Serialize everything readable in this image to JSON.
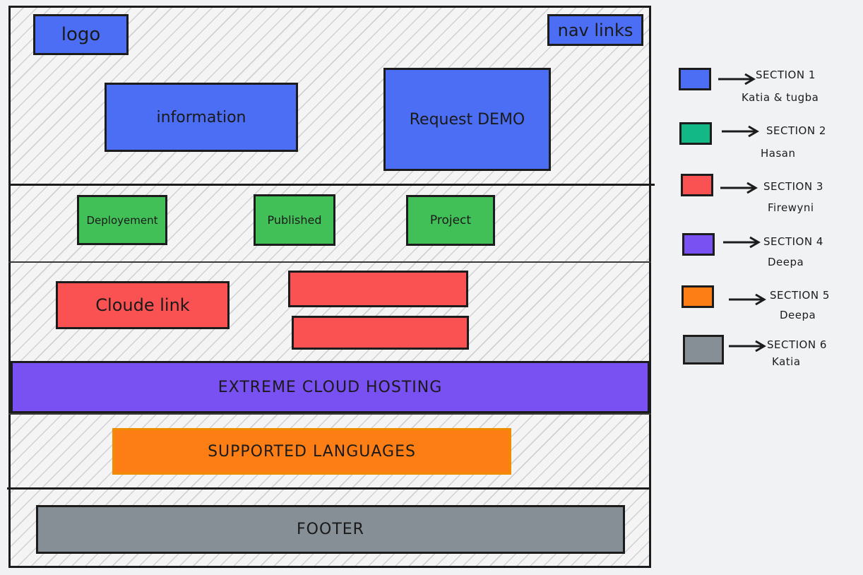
{
  "wireframe": {
    "logo": "logo",
    "nav_links": "nav links",
    "information": "information",
    "request_demo": "Request DEMO",
    "stats": [
      "Deployement",
      "Published",
      "Project"
    ],
    "cloud_link": "Cloude link",
    "hosting": "EXTREME CLOUD HOSTING",
    "languages": "SUPPORTED LANGUAGES",
    "footer": "FOOTER"
  },
  "legend": [
    {
      "section": "SECTION 1",
      "owner": "Katia & tugba",
      "color": "#4c6ef5"
    },
    {
      "section": "SECTION 2",
      "owner": "Hasan",
      "color": "#12b886"
    },
    {
      "section": "SECTION 3",
      "owner": "Firewyni",
      "color": "#fa5252"
    },
    {
      "section": "SECTION 4",
      "owner": "Deepa",
      "color": "#7950f2"
    },
    {
      "section": "SECTION 5",
      "owner": "Deepa",
      "color": "#fd7e14"
    },
    {
      "section": "SECTION 6",
      "owner": "Katia",
      "color": "#868e96"
    }
  ]
}
